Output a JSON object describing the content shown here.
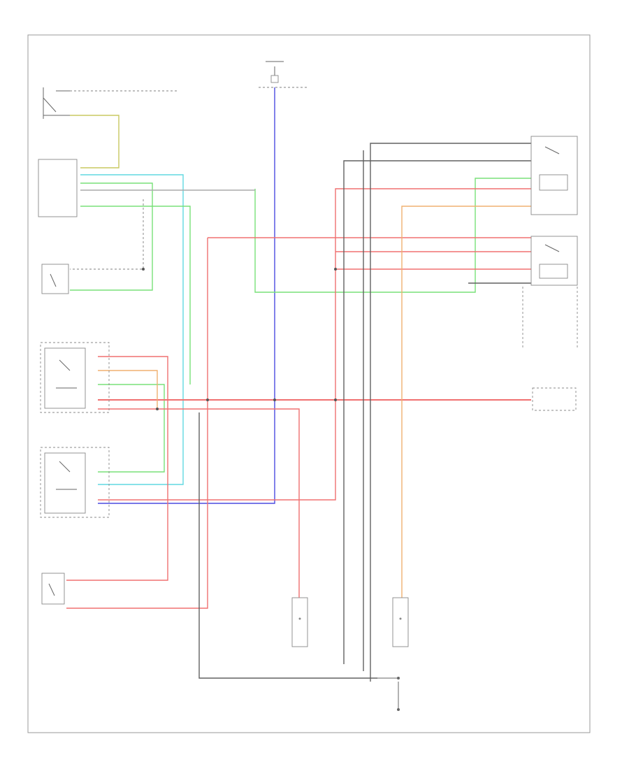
{
  "components": {
    "top_fuse": {
      "label": "",
      "sub": ""
    },
    "ac_pressure_cutout_switch": {
      "label": ""
    },
    "powertrain_control_module": {
      "label": ""
    },
    "ac_cycling_switch": {
      "label": ""
    },
    "cooling_fan_relay_1": {
      "label": ""
    },
    "cooling_fan_relay_2": {
      "label": ""
    },
    "high_speed_relay": {
      "label": ""
    },
    "low_speed_relay": {
      "label": ""
    },
    "fuse_block": {
      "label": ""
    },
    "engine_coolant_temp_switch": {
      "label": ""
    },
    "fan_motor_left": {
      "label": "",
      "top_label": ""
    },
    "fan_motor_right": {
      "label": "",
      "top_label": ""
    },
    "ground_point": {
      "label": ""
    },
    "ground_point_bottom": {
      "label": ""
    }
  },
  "footer": {
    "code": ""
  },
  "wires": [
    {
      "id": "w-yel-grn",
      "color": "#c8c860",
      "label": ""
    },
    {
      "id": "w-lt-blu",
      "color": "#60d8e0",
      "label": ""
    },
    {
      "id": "w-lt-grn",
      "color": "#78e078",
      "label": ""
    },
    {
      "id": "w-blue",
      "color": "#4a4ae0",
      "label": ""
    },
    {
      "id": "w-red",
      "color": "#f07070",
      "label": ""
    },
    {
      "id": "w-orange",
      "color": "#f0b070",
      "label": ""
    },
    {
      "id": "w-black",
      "color": "#606060",
      "label": ""
    },
    {
      "id": "w-gray",
      "color": "#aaaaaa",
      "label": ""
    }
  ]
}
